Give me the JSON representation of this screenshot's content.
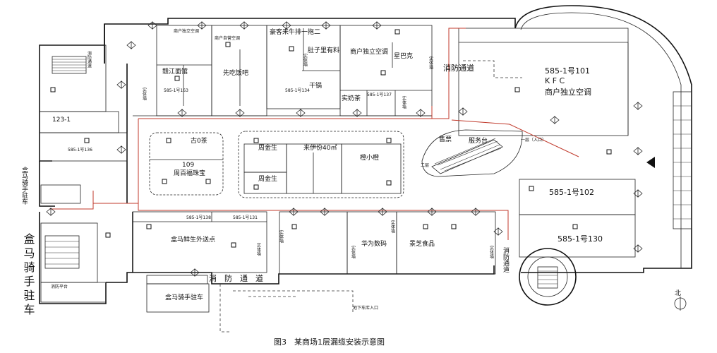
{
  "caption": "图3　某商场1层漏缆安装示意图",
  "north_label": "北",
  "stores": {
    "jinma_parking_left_small": "盒马骑手驻车",
    "jinma_parking_big": "盒马骑手驻车",
    "jinma_parking_bottom": "盒马骑手驻车",
    "hm_fresh": "盒马鲜生外送点",
    "huawei": "华为数码",
    "jingzhi": "景芝食品",
    "s123_1": "123-1",
    "s585_1_102": "585-1号102",
    "s585_1_130": "585-1号130",
    "s585_1_101": "585-1号101",
    "kfc": "K F C",
    "kfc_aircon": "商户独立空调",
    "xingbake": "星巴克",
    "shanghu_aircon": "商户独立空调",
    "haokeniu": "豪客来牛排一拖二",
    "duzi": "肚子里有料",
    "ganguo": "干锅",
    "shicha": "实奶茶",
    "xianchi": "先吃饭吧",
    "jiangxi": "赣江面馆",
    "gubao": "古0茶",
    "zhoubaifu": "周百福珠宝",
    "s109": "109",
    "zhoujinsheng1": "周金生",
    "zhoujinsheng2": "周金生",
    "laiyifen": "来伊份40㎡",
    "chengxiaocheng": "橙小橙",
    "fuwutai": "服务台",
    "chuwu": "售票"
  },
  "labels": {
    "fire_lane_top": "消防通道",
    "fire_lane_right": "消防通道",
    "fire_lane_bottom": "消　防　通　道",
    "solid_wall": "实体墙",
    "fire_shaft": "消防通道",
    "pan_585_161": "585-1号163",
    "pan_585_134": "585-1号134",
    "pan_585_137": "585-1号137",
    "pan_585_138": "585-1号138",
    "pan_585_131": "585-1号131",
    "pan_585_136": "585-1号136",
    "entry1": "一层（入口）",
    "entry2": "二层",
    "entry_bottom": "地下车库入口",
    "aux1": "商户自营空调",
    "aux2": "商户独立空调",
    "stair_left": "消防通道",
    "small_corner": "消防平台"
  }
}
